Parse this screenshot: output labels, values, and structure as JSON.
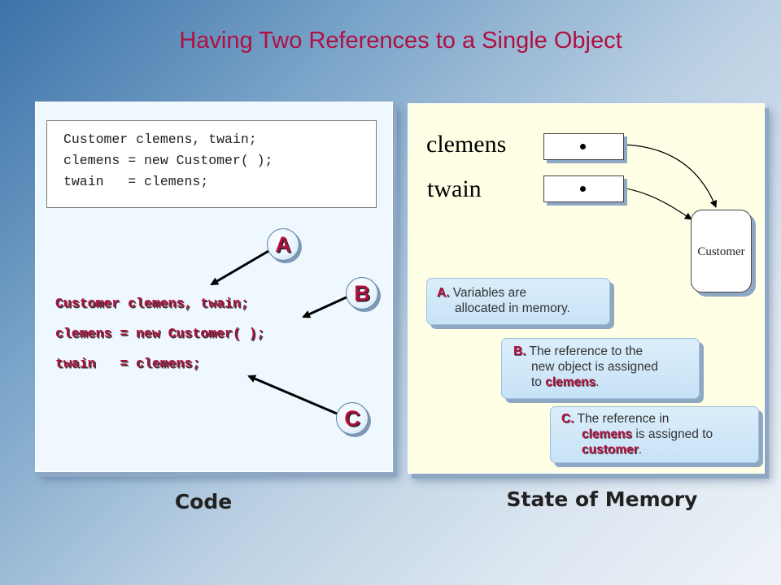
{
  "title": "Having Two References to a Single Object",
  "code_box": {
    "lines": [
      "Customer clemens, twain;",
      "clemens = new Customer( );",
      "twain   = clemens;"
    ]
  },
  "highlight_code": {
    "lines": [
      "Customer clemens, twain;",
      "clemens = new Customer( );",
      "twain   = clemens;"
    ]
  },
  "markers": [
    "A",
    "B",
    "C"
  ],
  "labels": {
    "code": "Code",
    "memory": "State of Memory"
  },
  "memory": {
    "variables": [
      "clemens",
      "twain"
    ],
    "object_label": "Customer"
  },
  "notes": {
    "a": {
      "key": "A.",
      "line1": " Variables are",
      "line2": "allocated in memory."
    },
    "b": {
      "key": "B.",
      "line1": " The reference to the",
      "line2": "new object is assigned",
      "line3_pre": "to ",
      "line3_hl": "clemens",
      "line3_post": "."
    },
    "c": {
      "key": "C.",
      "line1": " The reference in",
      "line2_hl": "clemens",
      "line2_post": " is assigned to",
      "line3_hl": "customer",
      "line3_post": "."
    }
  },
  "colors": {
    "accent": "#b01040",
    "code_panel": "#eef8fe",
    "memory_panel": "#ffffe6",
    "note": "#c7e2f6"
  }
}
